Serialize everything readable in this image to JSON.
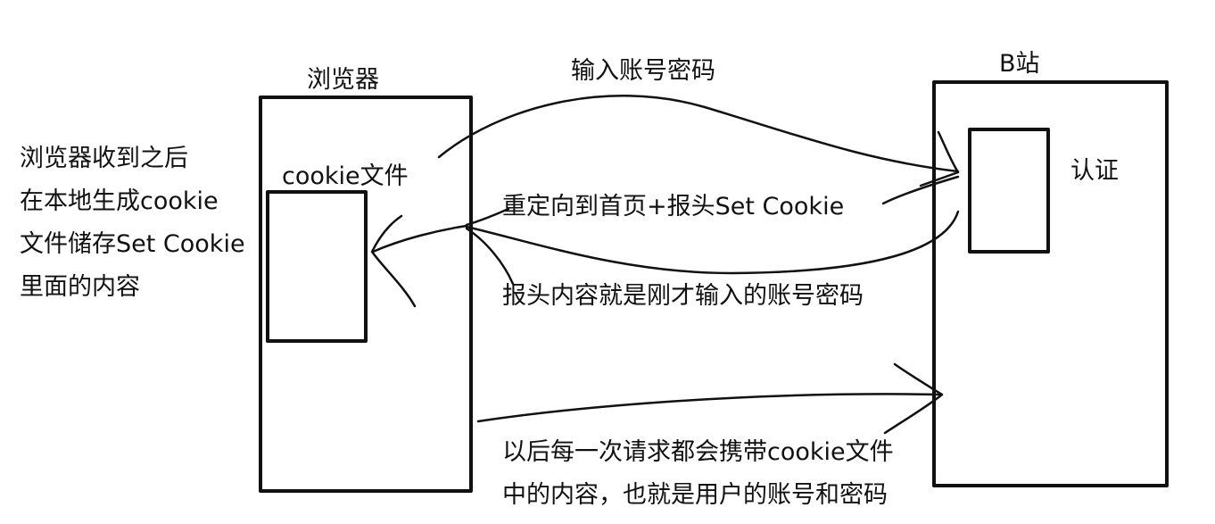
{
  "browser": {
    "title": "浏览器",
    "cookie_label": "cookie文件"
  },
  "server": {
    "title": "B站",
    "auth_label": "认证"
  },
  "arrows": {
    "login": "输入账号密码",
    "redirect": "重定向到首页+报头Set Cookie",
    "header_content": "报头内容就是刚才输入的账号密码",
    "subsequent": [
      "以后每一次请求都会携带cookie文件",
      "中的内容，也就是用户的账号和密码"
    ]
  },
  "side_note": [
    "浏览器收到之后",
    "在本地生成cookie",
    "文件储存Set Cookie",
    "里面的内容"
  ],
  "colors": {
    "ink": "#111111",
    "background": "#ffffff"
  }
}
